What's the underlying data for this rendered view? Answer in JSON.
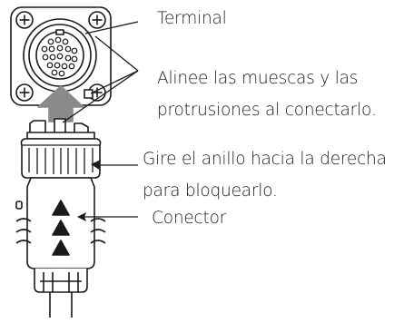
{
  "labels": {
    "terminal": "Terminal",
    "align_line1": "Alinee las muescas y las",
    "align_line2": "protrusiones al conectarlo.",
    "turn_line1": "Gire el anillo hacia la derecha",
    "turn_line2": "para bloquearlo.",
    "connector": "Conector"
  },
  "colors": {
    "ink": "#1a1a1a",
    "push_arrow": "#8a8a8a",
    "panel_fill": "#ffffff"
  }
}
